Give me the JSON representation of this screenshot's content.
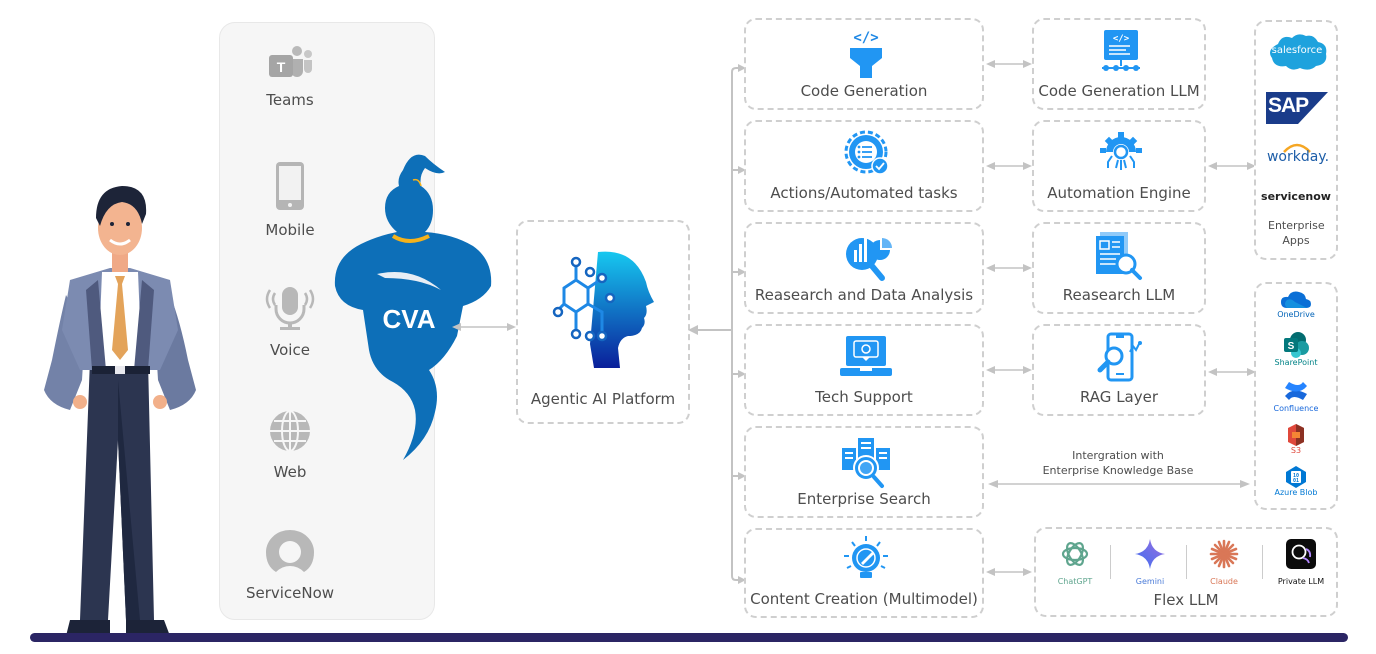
{
  "channels": [
    {
      "label": "Teams",
      "icon": "teams-icon"
    },
    {
      "label": "Mobile",
      "icon": "mobile-phone-icon"
    },
    {
      "label": "Voice",
      "icon": "microphone-icon"
    },
    {
      "label": "Web",
      "icon": "globe-icon"
    },
    {
      "label": "ServiceNow",
      "icon": "servicenow-icon"
    }
  ],
  "assistant": {
    "logo_text": "CVA",
    "icon": "genie-mascot"
  },
  "platform": {
    "label": "Agentic AI Platform",
    "icon": "ai-head-circuit-icon"
  },
  "capabilities": [
    {
      "label": "Code Generation",
      "icon": "code-funnel-icon"
    },
    {
      "label": "Actions/Automated tasks",
      "icon": "gear-checklist-icon"
    },
    {
      "label": "Reasearch and Data Analysis",
      "icon": "chart-magnifier-icon"
    },
    {
      "label": "Tech Support",
      "icon": "laptop-gear-icon"
    },
    {
      "label": "Enterprise Search",
      "icon": "building-search-icon"
    },
    {
      "label": "Content Creation (Multimodel)",
      "icon": "lightbulb-pencil-icon"
    }
  ],
  "engines": [
    {
      "label": "Code Generation LLM",
      "icon": "code-llm-icon"
    },
    {
      "label": "Automation Engine",
      "icon": "automation-gear-icon"
    },
    {
      "label": "Reasearch LLM",
      "icon": "document-search-icon"
    },
    {
      "label": "RAG Layer",
      "icon": "phone-search-icon"
    }
  ],
  "integration_note": {
    "line1": "Intergration with",
    "line2": "Enterprise Knowledge Base"
  },
  "enterprise_apps": {
    "title": "Enterprise Apps",
    "logos": [
      "salesforce",
      "SAP",
      "workday.",
      "servicenow"
    ]
  },
  "knowledge_sources": [
    {
      "label": "OneDrive",
      "color": "#0364b8"
    },
    {
      "label": "SharePoint",
      "color": "#038387"
    },
    {
      "label": "Confluence",
      "color": "#1868db"
    },
    {
      "label": "S3",
      "color": "#e0483b"
    },
    {
      "label": "Azure Blob",
      "color": "#0078d4"
    }
  ],
  "flex_llm": {
    "title": "Flex LLM",
    "models": [
      {
        "label": "ChatGPT",
        "color": "#5fa58e"
      },
      {
        "label": "Gemini",
        "color": "#4a7bd8"
      },
      {
        "label": "Claude",
        "color": "#d97757"
      },
      {
        "label": "Private LLM",
        "color": "#111111"
      }
    ]
  },
  "colors": {
    "accent_blue": "#2196f3",
    "genie_blue": "#0d6fb8",
    "connector_gray": "#c3c3c3",
    "ground_navy": "#2b2564"
  }
}
